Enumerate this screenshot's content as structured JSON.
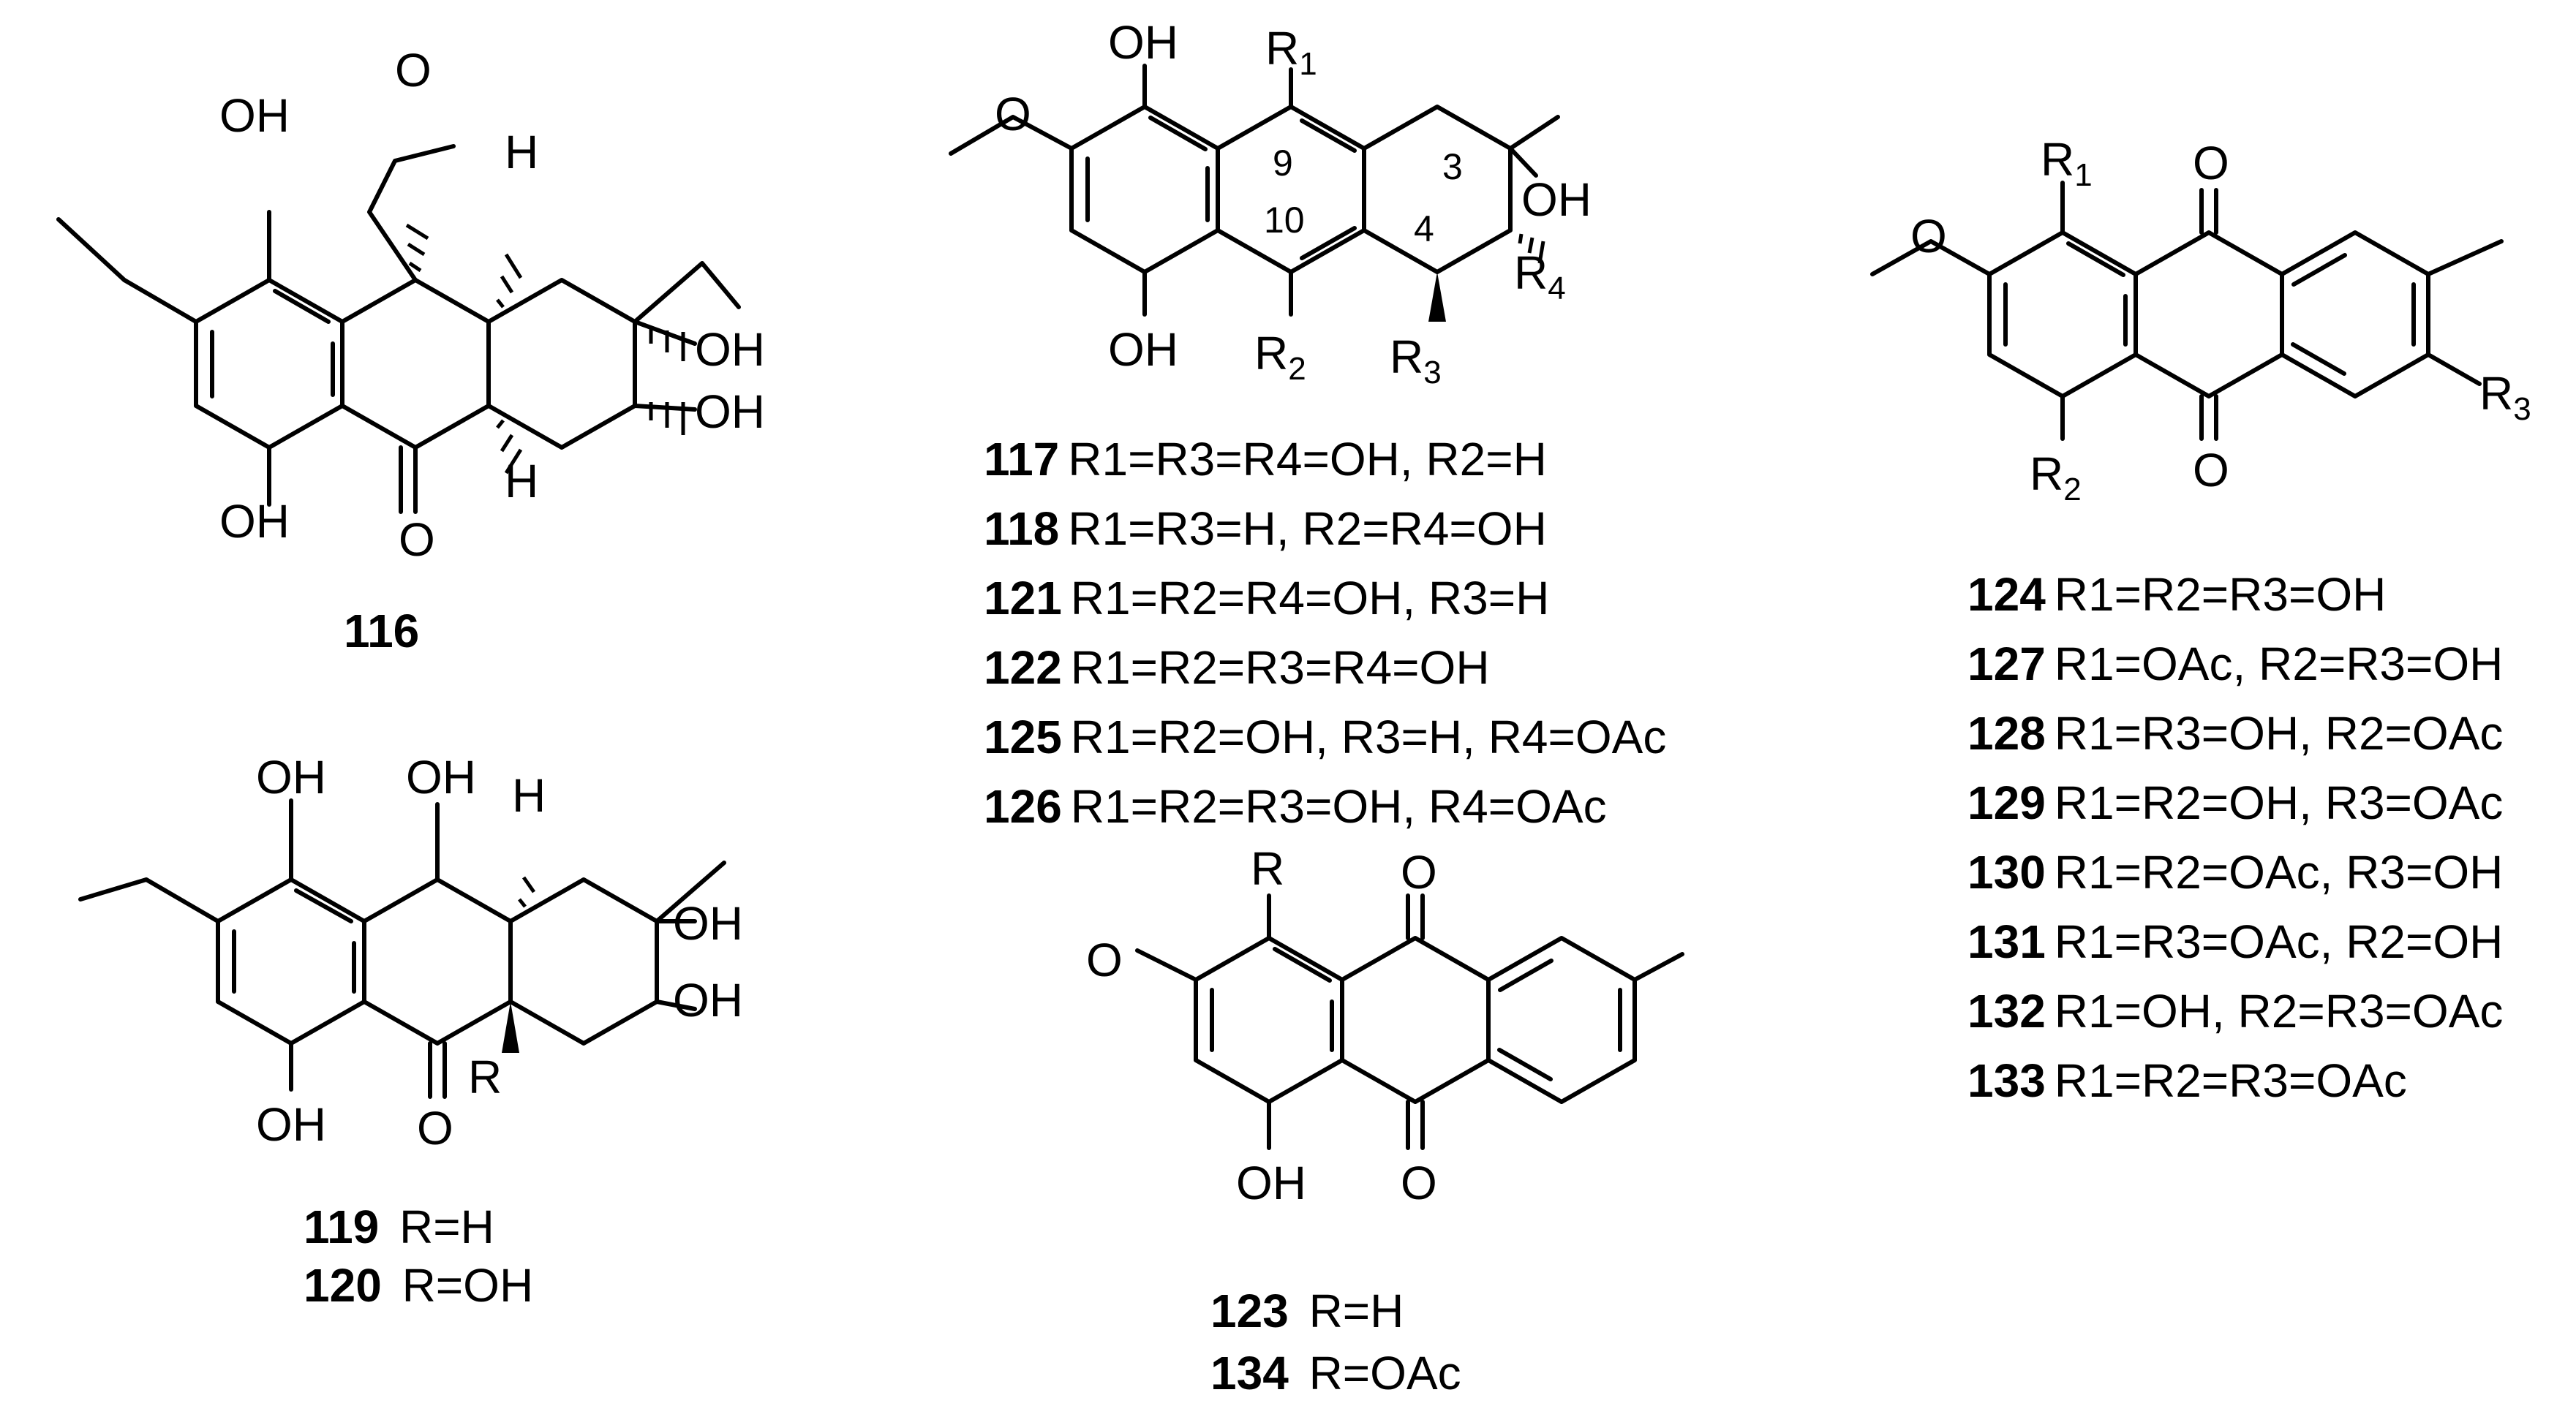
{
  "atoms": {
    "OH": "OH",
    "O": "O",
    "H": "H",
    "R": "R",
    "R1": "R1",
    "R2": "R2",
    "R3": "R3",
    "R4": "R4"
  },
  "positions": {
    "p9": "9",
    "p10": "10",
    "p3": "3",
    "p4": "4"
  },
  "compounds": {
    "c116": "116",
    "c119": {
      "num": "119",
      "text": "R=H"
    },
    "c120": {
      "num": "120",
      "text": "R=OH"
    },
    "c123": {
      "num": "123",
      "text": "R=H"
    },
    "c134": {
      "num": "134",
      "text": "R=OAc"
    }
  },
  "series_117": [
    {
      "num": "117",
      "text": "R1=R3=R4=OH, R2=H"
    },
    {
      "num": "118",
      "text": "R1=R3=H, R2=R4=OH"
    },
    {
      "num": "121",
      "text": "R1=R2=R4=OH, R3=H"
    },
    {
      "num": "122",
      "text": "R1=R2=R3=R4=OH"
    },
    {
      "num": "125",
      "text": "R1=R2=OH, R3=H, R4=OAc"
    },
    {
      "num": "126",
      "text": "R1=R2=R3=OH, R4=OAc"
    }
  ],
  "series_124": [
    {
      "num": "124",
      "text": "R1=R2=R3=OH"
    },
    {
      "num": "127",
      "text": "R1=OAc, R2=R3=OH"
    },
    {
      "num": "128",
      "text": "R1=R3=OH, R2=OAc"
    },
    {
      "num": "129",
      "text": "R1=R2=OH, R3=OAc"
    },
    {
      "num": "130",
      "text": "R1=R2=OAc, R3=OH"
    },
    {
      "num": "131",
      "text": "R1=R3=OAc, R2=OH"
    },
    {
      "num": "132",
      "text": "R1=OH, R2=R3=OAc"
    },
    {
      "num": "133",
      "text": "R1=R2=R3=OAc"
    }
  ]
}
